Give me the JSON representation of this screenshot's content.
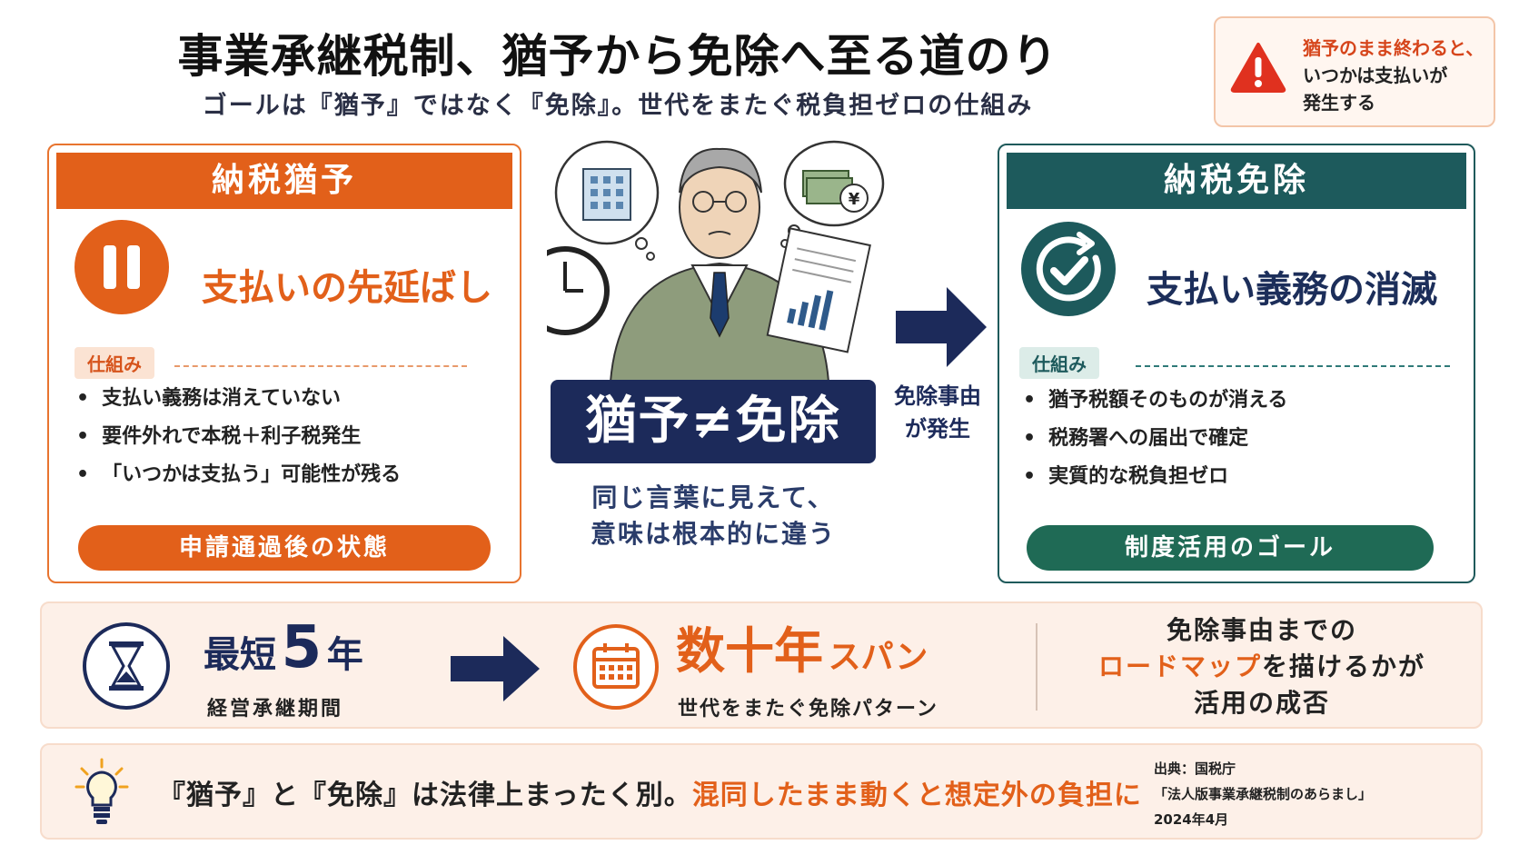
{
  "header": {
    "title": "事業承継税制、猶予から免除へ至る道のり",
    "subtitle": "ゴールは『猶予』ではなく『免除』。世代をまたぐ税負担ゼロの仕組み"
  },
  "warning": {
    "line1": "猶予のまま終わると、",
    "line2": "いつかは支払いが",
    "line3": "発生する",
    "icon": "warning-triangle-icon"
  },
  "left_panel": {
    "heading": "納税猶予",
    "label": "支払いの先延ばし",
    "tag": "仕組み",
    "bullets": [
      "支払い義務は消えていない",
      "要件外れで本税＋利子税発生",
      "「いつかは支払う」可能性が残る"
    ],
    "pill": "申請通過後の状態",
    "icon": "pause-icon"
  },
  "right_panel": {
    "heading": "納税免除",
    "label": "支払い義務の消滅",
    "tag": "仕組み",
    "bullets": [
      "猶予税額そのものが消える",
      "税務署への届出で確定",
      "実質的な税負担ゼロ"
    ],
    "pill": "制度活用のゴール",
    "icon": "check-refresh-icon"
  },
  "center": {
    "neq": "猶予≠免除",
    "same_line1": "同じ言葉に見えて、",
    "same_line2": "意味は根本的に違う",
    "exempt_cause_line1": "免除事由",
    "exempt_cause_line2": "が発生",
    "yen_symbol": "¥"
  },
  "band": {
    "shortest_prefix": "最短",
    "shortest_number": "5",
    "shortest_suffix": "年",
    "period_label": "経営承継期間",
    "decades_main": "数十年",
    "decades_sub": "スパン",
    "decades_label": "世代をまたぐ免除パターン",
    "roadmap_line1": "免除事由までの",
    "roadmap_highlight": "ロードマップ",
    "roadmap_rest": "を描けるかが",
    "roadmap_line3": "活用の成否"
  },
  "footer": {
    "text_main": "『猶予』と『免除』は法律上まったく別。",
    "text_alert": "混同したまま動くと想定外の負担に",
    "source_label": "出典：国税庁",
    "source_title": "「法人版事業承継税制のあらまし」",
    "source_date": "2024年4月"
  },
  "colors": {
    "orange": "#e2601a",
    "teal": "#1d5a5c",
    "navy": "#1c2a5a",
    "green": "#1f6a55"
  }
}
